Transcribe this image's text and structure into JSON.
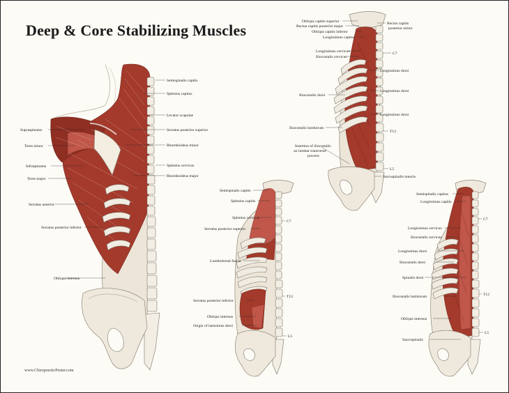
{
  "title": "Deep & Core Stabilizing Muscles",
  "credit": "www.ChiropracticPoster.com",
  "colors": {
    "muscle": "#a33a2c",
    "bone": "#efe9dd",
    "background": "#fdfbf6"
  },
  "figure1": {
    "labels_right": [
      "Semispinalis capitis",
      "Splenius capitus",
      "Levator scapulae",
      "Serratus posterior superior",
      "Rhomboideus minor",
      "Splenius cervicus",
      "Rhomboideus major"
    ],
    "labels_left": [
      "Supraspinatus",
      "Teres minor",
      "Infraspinatus",
      "Teres major",
      "Serratus anterior",
      "Serratus posterior inferior",
      "Obliqus internus"
    ]
  },
  "figure2": {
    "labels_left": [
      "Obliqus capitis superior",
      "Rectus capitis posterior major",
      "Obliqus capitis inferior",
      "Longissimus capitus",
      "Longissimus cervicus",
      "Iliocostalis cervicus",
      "Iliocostalis dorsi",
      "Iliocostalis lumborum",
      "Insertion of iliocostalis",
      "on lumbar transverse",
      "process"
    ],
    "labels_right": [
      "Rectus capitis",
      "posterior minor",
      "C7",
      "Longissimus dorsi",
      "Longissimus dorsi",
      "Longissimus dorsi",
      "T12",
      "L5",
      "Sacrospinalis muscle"
    ]
  },
  "figure3": {
    "labels_left": [
      "Semispinalis capitis",
      "Splenius capitis",
      "Splenius cervicus",
      "Serratus posterior superior",
      "Lumbodorsal fascia",
      "Serratus posterior inferior",
      "Obliqus internus",
      "Origin of latissimus dorsi"
    ],
    "labels_right": [
      "C7",
      "T12",
      "L5"
    ]
  },
  "figure4": {
    "labels_left": [
      "Semispinalis capitus",
      "Longissimus capitis",
      "Longissimus cervicus",
      "Iliocostalis cervicus",
      "Longissimus dorsi",
      "Iliocostalis dorsi",
      "Spinalis dorsi",
      "Iliocostalis lumborum",
      "Obliqus internus",
      "Sacrospinalis"
    ],
    "labels_right": [
      "C7",
      "T12",
      "L5"
    ]
  }
}
